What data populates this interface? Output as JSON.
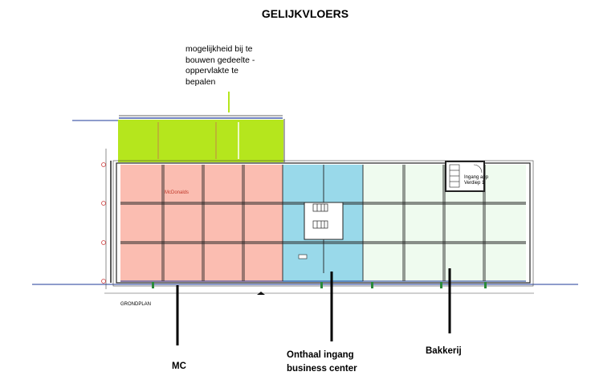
{
  "title": "GELIJKVLOERS",
  "annotation": [
    "mogelijkheid bij te",
    "bouwen gedeelte -",
    "oppervlakte te",
    "bepalen"
  ],
  "zones": {
    "mc": {
      "label": "MC",
      "plan_text": "McDonalds",
      "color": "#fbbdb1"
    },
    "onthaal": {
      "label_line1": "Onthaal ingang",
      "label_line2": "business center",
      "color": "#99d9ea"
    },
    "bakkerij": {
      "label": "Bakkerij",
      "color": "#effbef"
    },
    "extension": {
      "color": "#b5e61d"
    }
  },
  "app_entrance": [
    "Ingang app",
    "Verdiep 1"
  ],
  "plan_caption": "GRONDPLAN"
}
